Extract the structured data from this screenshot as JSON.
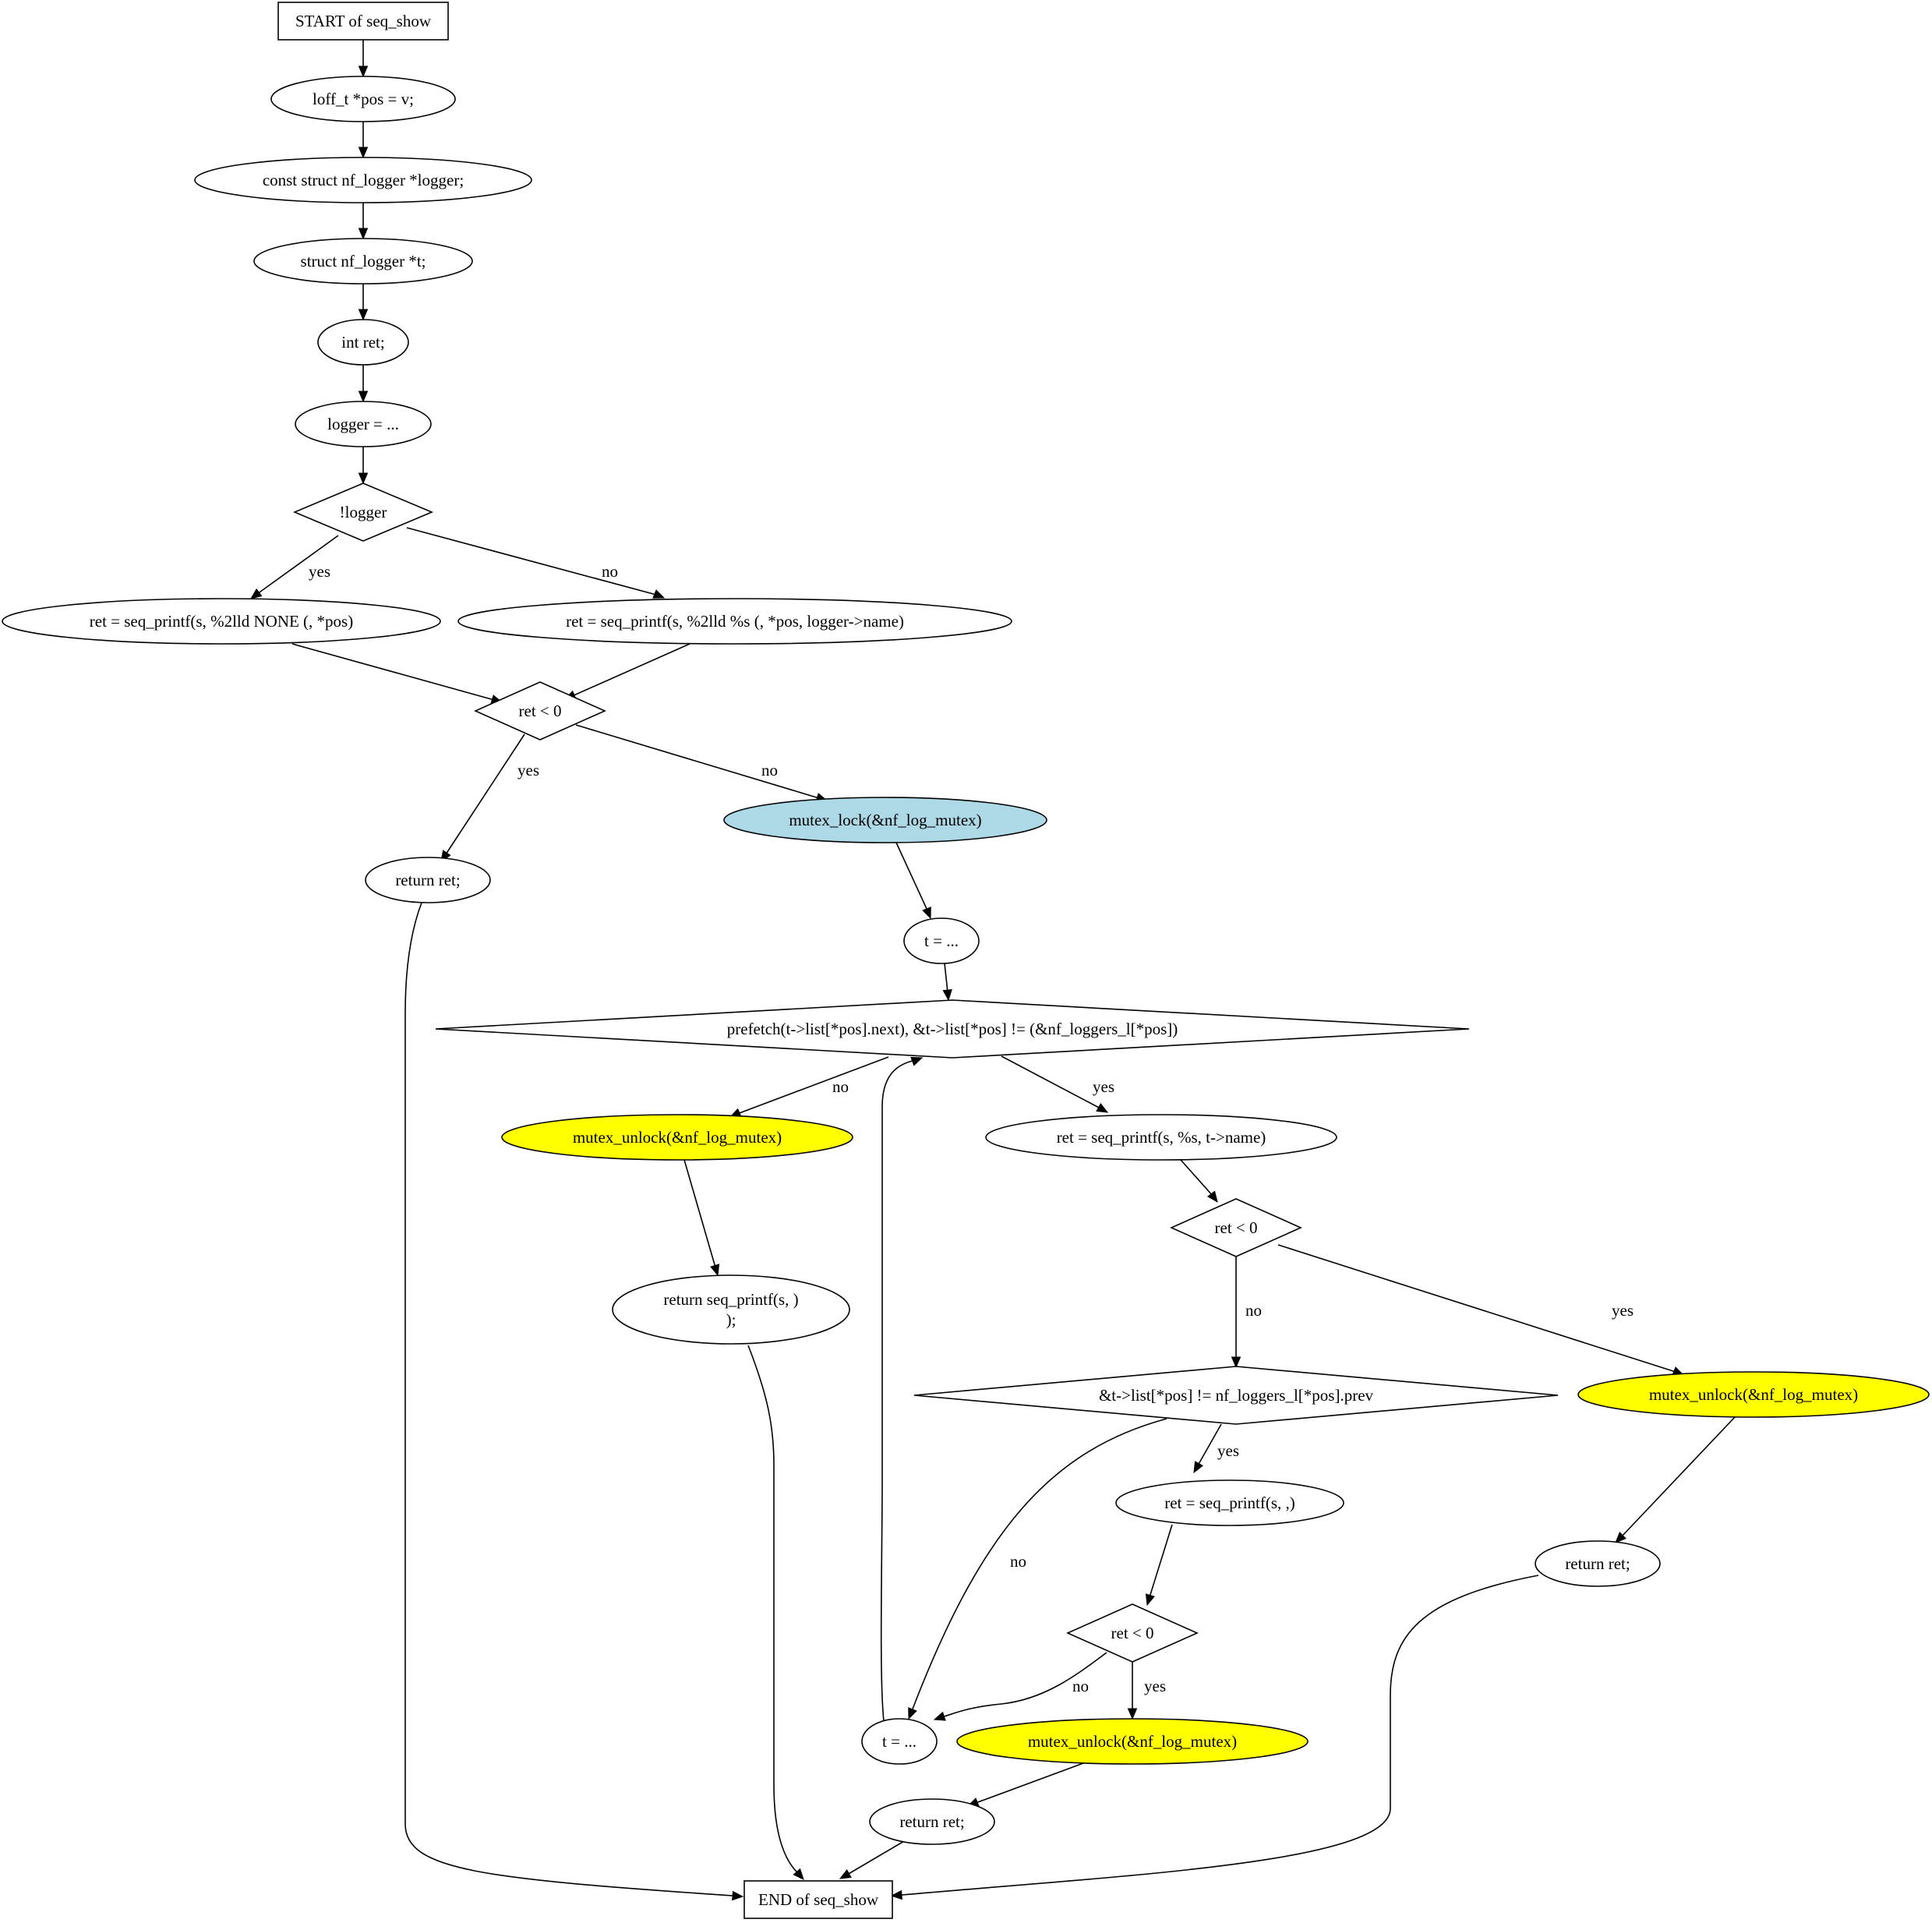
{
  "diagram": {
    "title": "",
    "colors": {
      "default_fill": "#ffffff",
      "lock_fill": "#add8e6",
      "unlock_fill": "#ffff00",
      "stroke": "#000000"
    },
    "nodes": {
      "start": {
        "shape": "box",
        "lines": [
          "START of seq_show"
        ]
      },
      "pos_decl": {
        "shape": "ellipse",
        "lines": [
          "loff_t *pos = v;"
        ]
      },
      "logger_decl": {
        "shape": "ellipse",
        "lines": [
          "const struct nf_logger *logger;"
        ]
      },
      "t_decl": {
        "shape": "ellipse",
        "lines": [
          "struct nf_logger *t;"
        ]
      },
      "ret_decl": {
        "shape": "ellipse",
        "lines": [
          "int ret;"
        ]
      },
      "logger_assign": {
        "shape": "ellipse",
        "lines": [
          "logger = ..."
        ]
      },
      "not_logger": {
        "shape": "diamond",
        "lines": [
          "!logger"
        ]
      },
      "printf_none": {
        "shape": "ellipse",
        "lines": [
          "ret = seq_printf(s, %2lld NONE (, *pos)"
        ]
      },
      "printf_name": {
        "shape": "ellipse",
        "lines": [
          "ret = seq_printf(s, %2lld %s (, *pos, logger->name)"
        ]
      },
      "ret_lt0_a": {
        "shape": "diamond",
        "lines": [
          "ret < 0"
        ]
      },
      "return_ret_a": {
        "shape": "ellipse",
        "lines": [
          "return ret;"
        ]
      },
      "mutex_lock": {
        "shape": "ellipse",
        "fill": "lock",
        "lines": [
          "mutex_lock(&nf_log_mutex)"
        ]
      },
      "t_assign_a": {
        "shape": "ellipse",
        "lines": [
          "t = ..."
        ]
      },
      "loop_cond": {
        "shape": "diamond",
        "lines": [
          "prefetch(t->list[*pos].next), &t->list[*pos] != (&nf_loggers_l[*pos])"
        ]
      },
      "unlock_a": {
        "shape": "ellipse",
        "fill": "unlock",
        "lines": [
          "mutex_unlock(&nf_log_mutex)"
        ]
      },
      "printf_tname": {
        "shape": "ellipse",
        "lines": [
          "ret = seq_printf(s, %s, t->name)"
        ]
      },
      "return_printf": {
        "shape": "ellipse",
        "lines": [
          "return seq_printf(s, )",
          ");"
        ]
      },
      "ret_lt0_b": {
        "shape": "diamond",
        "lines": [
          "ret < 0"
        ]
      },
      "prev_cond": {
        "shape": "diamond",
        "lines": [
          "&t->list[*pos] != nf_loggers_l[*pos].prev"
        ]
      },
      "unlock_b": {
        "shape": "ellipse",
        "fill": "unlock",
        "lines": [
          "mutex_unlock(&nf_log_mutex)"
        ]
      },
      "printf_comma": {
        "shape": "ellipse",
        "lines": [
          "ret = seq_printf(s, ,)"
        ]
      },
      "return_ret_b": {
        "shape": "ellipse",
        "lines": [
          "return ret;"
        ]
      },
      "ret_lt0_c": {
        "shape": "diamond",
        "lines": [
          "ret < 0"
        ]
      },
      "t_assign_b": {
        "shape": "ellipse",
        "lines": [
          "t = ..."
        ]
      },
      "unlock_c": {
        "shape": "ellipse",
        "fill": "unlock",
        "lines": [
          "mutex_unlock(&nf_log_mutex)"
        ]
      },
      "return_ret_c": {
        "shape": "ellipse",
        "lines": [
          "return ret;"
        ]
      },
      "end": {
        "shape": "box",
        "lines": [
          "END of seq_show"
        ]
      }
    },
    "edges": [
      {
        "from": "start",
        "to": "pos_decl",
        "label": ""
      },
      {
        "from": "pos_decl",
        "to": "logger_decl",
        "label": ""
      },
      {
        "from": "logger_decl",
        "to": "t_decl",
        "label": ""
      },
      {
        "from": "t_decl",
        "to": "ret_decl",
        "label": ""
      },
      {
        "from": "ret_decl",
        "to": "logger_assign",
        "label": ""
      },
      {
        "from": "logger_assign",
        "to": "not_logger",
        "label": ""
      },
      {
        "from": "not_logger",
        "to": "printf_none",
        "label": "yes"
      },
      {
        "from": "not_logger",
        "to": "printf_name",
        "label": "no"
      },
      {
        "from": "printf_none",
        "to": "ret_lt0_a",
        "label": ""
      },
      {
        "from": "printf_name",
        "to": "ret_lt0_a",
        "label": ""
      },
      {
        "from": "ret_lt0_a",
        "to": "return_ret_a",
        "label": "yes"
      },
      {
        "from": "ret_lt0_a",
        "to": "mutex_lock",
        "label": "no"
      },
      {
        "from": "return_ret_a",
        "to": "end",
        "label": ""
      },
      {
        "from": "mutex_lock",
        "to": "t_assign_a",
        "label": ""
      },
      {
        "from": "t_assign_a",
        "to": "loop_cond",
        "label": ""
      },
      {
        "from": "loop_cond",
        "to": "unlock_a",
        "label": "no"
      },
      {
        "from": "loop_cond",
        "to": "printf_tname",
        "label": "yes"
      },
      {
        "from": "unlock_a",
        "to": "return_printf",
        "label": ""
      },
      {
        "from": "return_printf",
        "to": "end",
        "label": ""
      },
      {
        "from": "printf_tname",
        "to": "ret_lt0_b",
        "label": ""
      },
      {
        "from": "ret_lt0_b",
        "to": "prev_cond",
        "label": "no"
      },
      {
        "from": "ret_lt0_b",
        "to": "unlock_b",
        "label": "yes"
      },
      {
        "from": "unlock_b",
        "to": "return_ret_b",
        "label": ""
      },
      {
        "from": "return_ret_b",
        "to": "end",
        "label": ""
      },
      {
        "from": "prev_cond",
        "to": "printf_comma",
        "label": "yes"
      },
      {
        "from": "prev_cond",
        "to": "t_assign_b",
        "label": "no"
      },
      {
        "from": "printf_comma",
        "to": "ret_lt0_c",
        "label": ""
      },
      {
        "from": "ret_lt0_c",
        "to": "t_assign_b",
        "label": "no"
      },
      {
        "from": "ret_lt0_c",
        "to": "unlock_c",
        "label": "yes"
      },
      {
        "from": "t_assign_b",
        "to": "loop_cond",
        "label": ""
      },
      {
        "from": "unlock_c",
        "to": "return_ret_c",
        "label": ""
      },
      {
        "from": "return_ret_c",
        "to": "end",
        "label": ""
      }
    ]
  }
}
